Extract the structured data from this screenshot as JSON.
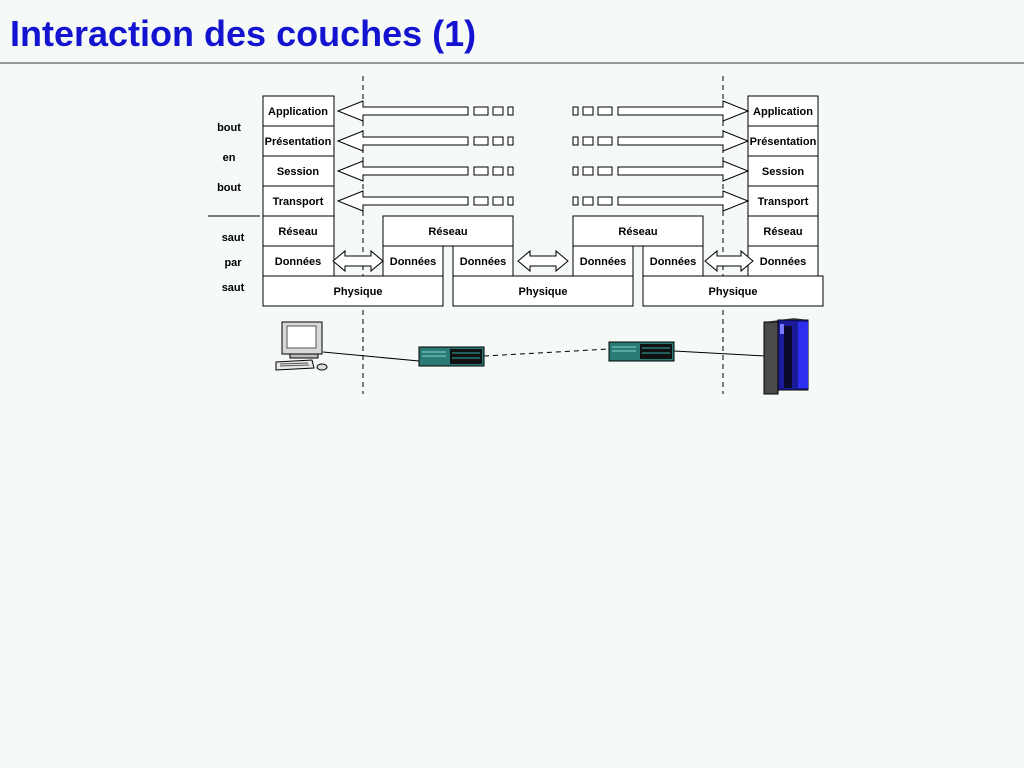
{
  "title": "Interaction des couches (1)",
  "side_labels": {
    "end_to_end": [
      "bout",
      "en",
      "bout"
    ],
    "hop_by_hop": [
      "saut",
      "par",
      "saut"
    ]
  },
  "end_host": {
    "layers": [
      "Application",
      "Présentation",
      "Session",
      "Transport",
      "Réseau",
      "Données"
    ],
    "physical": "Physique"
  },
  "router_left": {
    "network": "Réseau",
    "data_left": "Données",
    "data_right": "Données",
    "physical": "Physique"
  },
  "router_right": {
    "network": "Réseau",
    "data_left": "Données",
    "data_right": "Données"
  },
  "server_host": {
    "layers": [
      "Application",
      "Présentation",
      "Session",
      "Transport",
      "Réseau",
      "Données"
    ],
    "physical": "Physique"
  },
  "icons": {
    "client": "desktop-computer-icon",
    "router": "router-icon",
    "server": "server-tower-icon"
  }
}
